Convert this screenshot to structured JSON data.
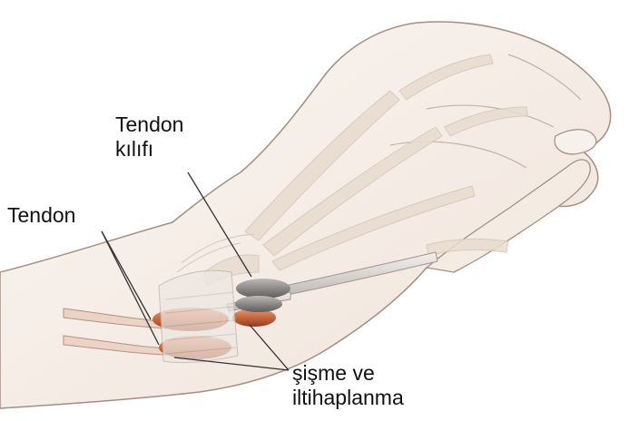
{
  "labels": {
    "tendon_sheath": [
      "Tendon",
      "kılıfı"
    ],
    "tendon": "Tendon",
    "swelling": [
      "şişme ve",
      "iltihaplanma"
    ]
  },
  "colors": {
    "skin_fill": "#f6efe9",
    "skin_outline": "#a38f84",
    "bone": "#e9dcd0",
    "tendon": "#d8d4d0",
    "sheath_gray": "#8c8a88",
    "inflamed_red": "#c7673f",
    "leader_line": "#333333"
  }
}
